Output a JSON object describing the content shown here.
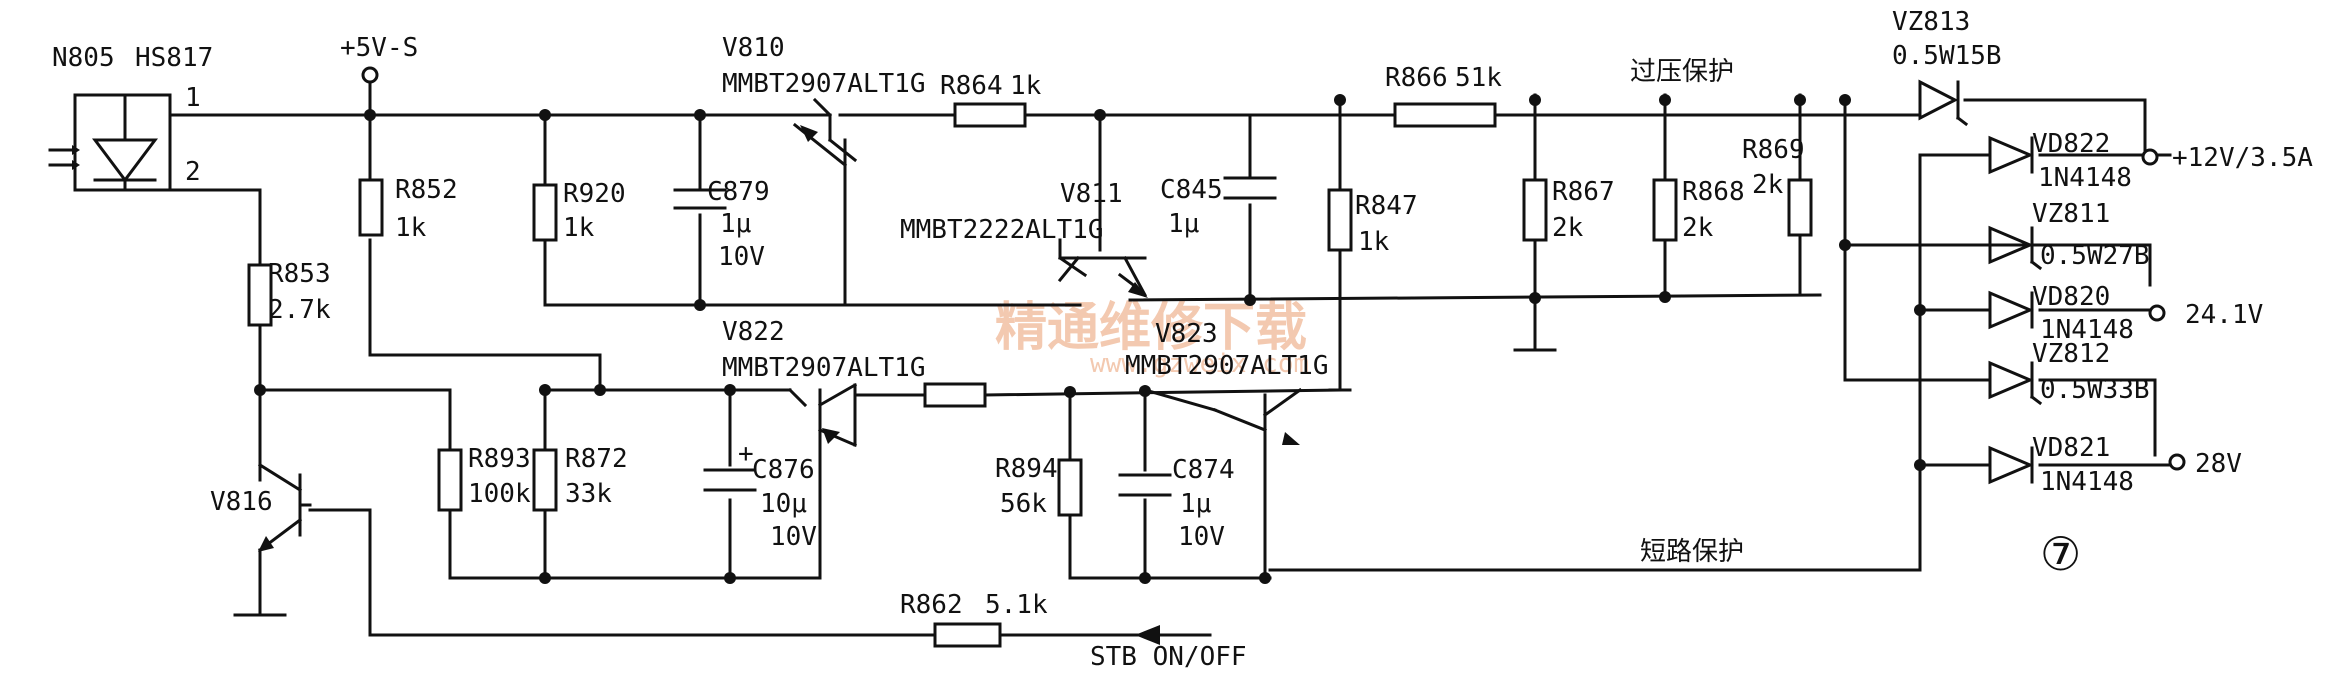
{
  "optocoupler": {
    "ref": "N805",
    "type": "HS817",
    "pin1": "1",
    "pin2": "2"
  },
  "supply_label": "+5V-S",
  "transistors": {
    "v810": {
      "ref": "V810",
      "type": "MMBT2907ALT1G"
    },
    "v811": {
      "ref": "V811",
      "type": "MMBT2222ALT1G"
    },
    "v822": {
      "ref": "V822",
      "type": "MMBT2907ALT1G"
    },
    "v823": {
      "ref": "V823",
      "type": "MMBT2907ALT1G"
    },
    "v816": {
      "ref": "V816"
    }
  },
  "resistors": {
    "r852": {
      "ref": "R852",
      "value": "1k"
    },
    "r920": {
      "ref": "R920",
      "value": "1k"
    },
    "r853": {
      "ref": "R853",
      "value": "2.7k"
    },
    "r864": {
      "ref": "R864",
      "value": "1k"
    },
    "r866": {
      "ref": "R866",
      "value": "51k"
    },
    "r847": {
      "ref": "R847",
      "value": "1k"
    },
    "r867": {
      "ref": "R867",
      "value": "2k"
    },
    "r868": {
      "ref": "R868",
      "value": "2k"
    },
    "r869": {
      "ref": "R869",
      "value": "2k"
    },
    "r893": {
      "ref": "R893",
      "value": "100k"
    },
    "r872": {
      "ref": "R872",
      "value": "33k"
    },
    "r894": {
      "ref": "R894",
      "value": "56k"
    },
    "r862": {
      "ref": "R862",
      "value": "5.1k"
    }
  },
  "capacitors": {
    "c879": {
      "ref": "C879",
      "value": "1μ",
      "voltage": "10V"
    },
    "c845": {
      "ref": "C845",
      "value": "1μ"
    },
    "c876": {
      "ref": "C876",
      "value": "10μ",
      "voltage": "10V",
      "polarity": "+"
    },
    "c874": {
      "ref": "C874",
      "value": "1μ",
      "voltage": "10V"
    }
  },
  "diodes": {
    "vz813": {
      "ref": "VZ813",
      "type": "0.5W15B"
    },
    "vd822": {
      "ref": "VD822",
      "type": "1N4148"
    },
    "vz811": {
      "ref": "VZ811",
      "type": "0.5W27B"
    },
    "vd820": {
      "ref": "VD820",
      "type": "1N4148"
    },
    "vz812": {
      "ref": "VZ812",
      "type": "0.5W33B"
    },
    "vd821": {
      "ref": "VD821",
      "type": "1N4148"
    }
  },
  "outputs": {
    "out12": "+12V/3.5A",
    "out24": "24.1V",
    "out28": "28V"
  },
  "overvoltage_label": "过压保护",
  "short_circuit_label": "短路保护",
  "stb_label": "STB ON/OFF",
  "figure_number": "⑦",
  "watermark": {
    "text": "精通维修下载",
    "url": "www.gzweix.com"
  }
}
